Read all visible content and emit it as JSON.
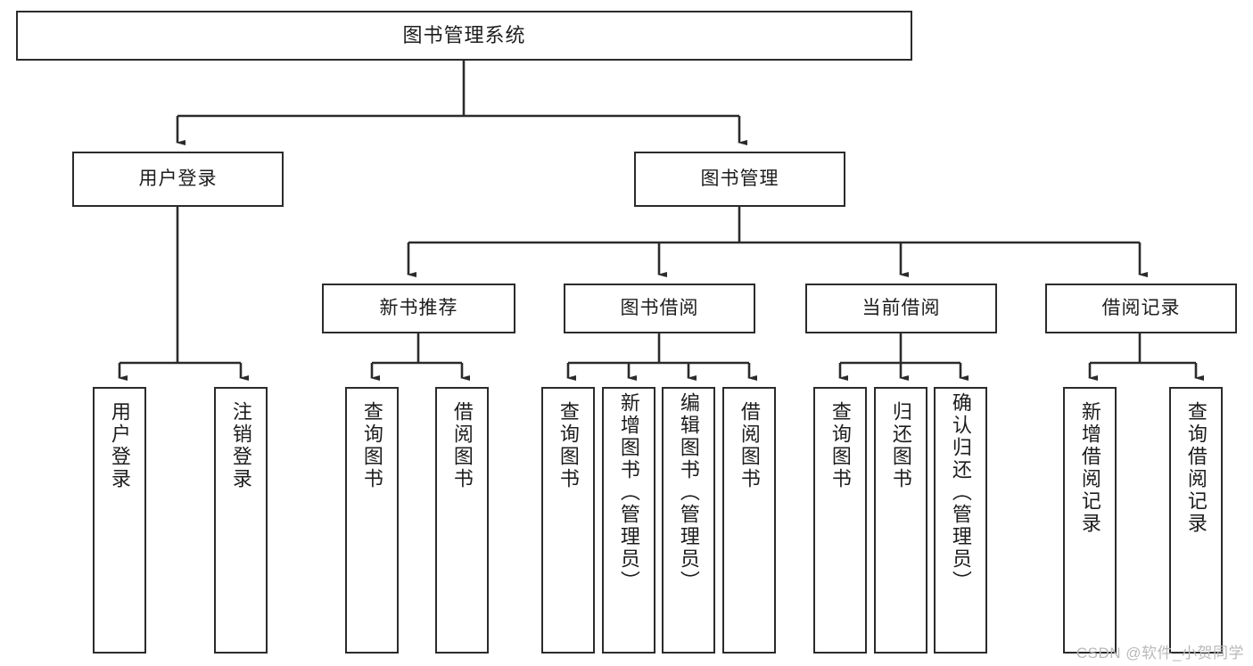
{
  "diagram": {
    "title": "图书管理系统",
    "type": "tree-hierarchy",
    "watermark": "CSDN @软件_小贺同学",
    "colors": {
      "box_border": "#2b2b2b",
      "box_fill": "#ffffff",
      "edge": "#2b2b2b",
      "text": "#1d1d1d",
      "watermark": "#b9b9b9"
    },
    "root": {
      "label": "图书管理系统"
    },
    "level1": [
      {
        "label": "用户登录"
      },
      {
        "label": "图书管理"
      }
    ],
    "level2": [
      {
        "label": "新书推荐"
      },
      {
        "label": "图书借阅"
      },
      {
        "label": "当前借阅"
      },
      {
        "label": "借阅记录"
      }
    ],
    "leaves": {
      "user_login": [
        {
          "label": "用户登录"
        },
        {
          "label": "注销登录"
        }
      ],
      "new_book_recommend": [
        {
          "label": "查询图书"
        },
        {
          "label": "借阅图书"
        }
      ],
      "book_borrow": [
        {
          "label": "查询图书"
        },
        {
          "label": "新增图书（管理员）"
        },
        {
          "label": "编辑图书（管理员）"
        },
        {
          "label": "借阅图书"
        }
      ],
      "current_borrow": [
        {
          "label": "查询图书"
        },
        {
          "label": "归还图书"
        },
        {
          "label": "确认归还（管理员）"
        }
      ],
      "borrow_record": [
        {
          "label": "新增借阅记录"
        },
        {
          "label": "查询借阅记录"
        }
      ]
    }
  }
}
